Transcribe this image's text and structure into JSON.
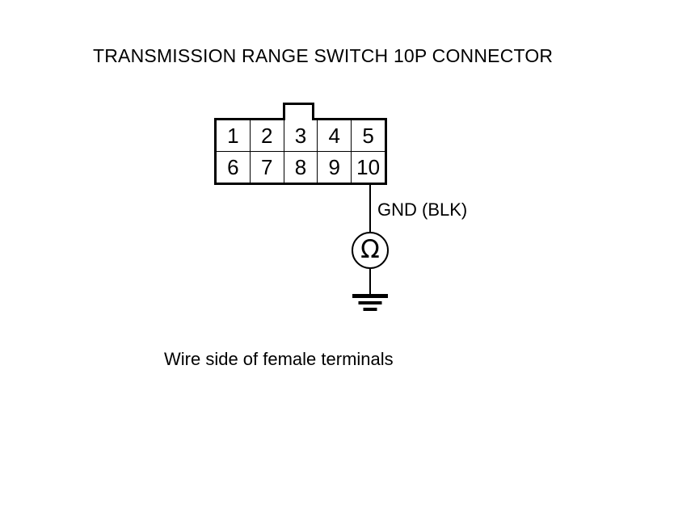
{
  "diagram": {
    "title": "TRANSMISSION RANGE SWITCH 10P CONNECTOR",
    "caption": "Wire side of female terminals",
    "connector": {
      "type": "10P",
      "tab_icon": "connector-latch-tab",
      "rows": [
        {
          "name": "top-row",
          "pins": [
            "1",
            "2",
            "3",
            "4",
            "5"
          ]
        },
        {
          "name": "bottom-row",
          "pins": [
            "6",
            "7",
            "8",
            "9",
            "10"
          ]
        }
      ]
    },
    "measurement": {
      "wire_label": "GND (BLK)",
      "probed_pin": "10",
      "meter_symbol": "Ω",
      "meter_icon": "ohmmeter-icon",
      "ground_icon": "earth-ground-icon"
    },
    "colors": {
      "line": "#000000",
      "background": "#ffffff",
      "text": "#000000"
    }
  }
}
